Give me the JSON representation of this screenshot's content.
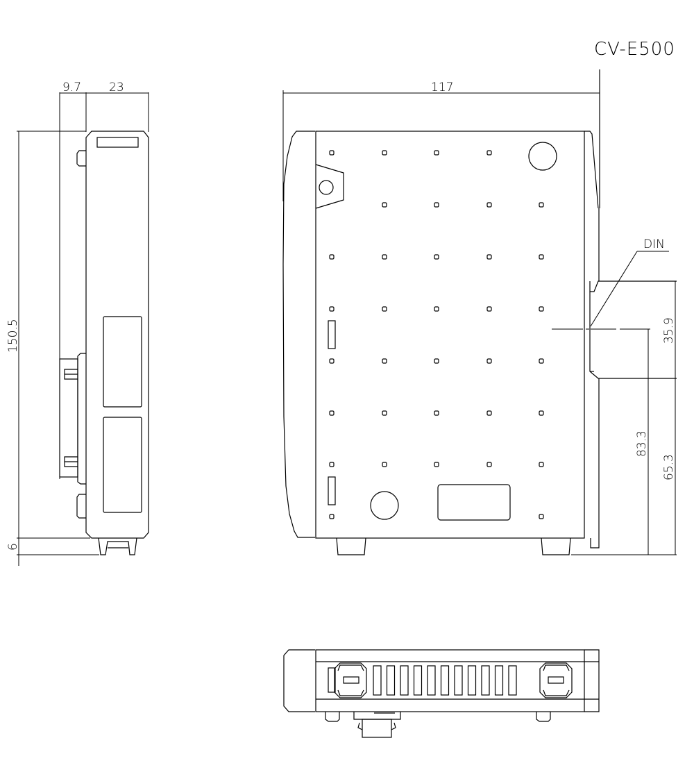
{
  "drawing": {
    "model": "CV-E500",
    "line_color": "#000000",
    "background": "#ffffff"
  },
  "side_view": {
    "dims": {
      "depth_a": "9.7",
      "depth_b": "23",
      "height": "150.5",
      "foot": "6"
    }
  },
  "front_view": {
    "dims": {
      "width": "117",
      "din_rail": "35.9",
      "din_center_height": "83.3",
      "din_lower_height": "65.3"
    },
    "label_din": "DIN",
    "hole_grid": {
      "rows": [
        [
          1,
          1,
          1,
          1,
          0
        ],
        [
          0,
          1,
          1,
          1,
          1
        ],
        [
          1,
          1,
          1,
          1,
          1
        ],
        [
          1,
          1,
          1,
          1,
          1
        ],
        [
          1,
          1,
          1,
          1,
          1
        ],
        [
          1,
          1,
          1,
          1,
          1
        ],
        [
          1,
          1,
          1,
          1,
          1
        ],
        [
          1,
          0,
          0,
          0,
          1
        ]
      ]
    }
  },
  "bottom_view": {
    "terminal_slots": 11
  }
}
